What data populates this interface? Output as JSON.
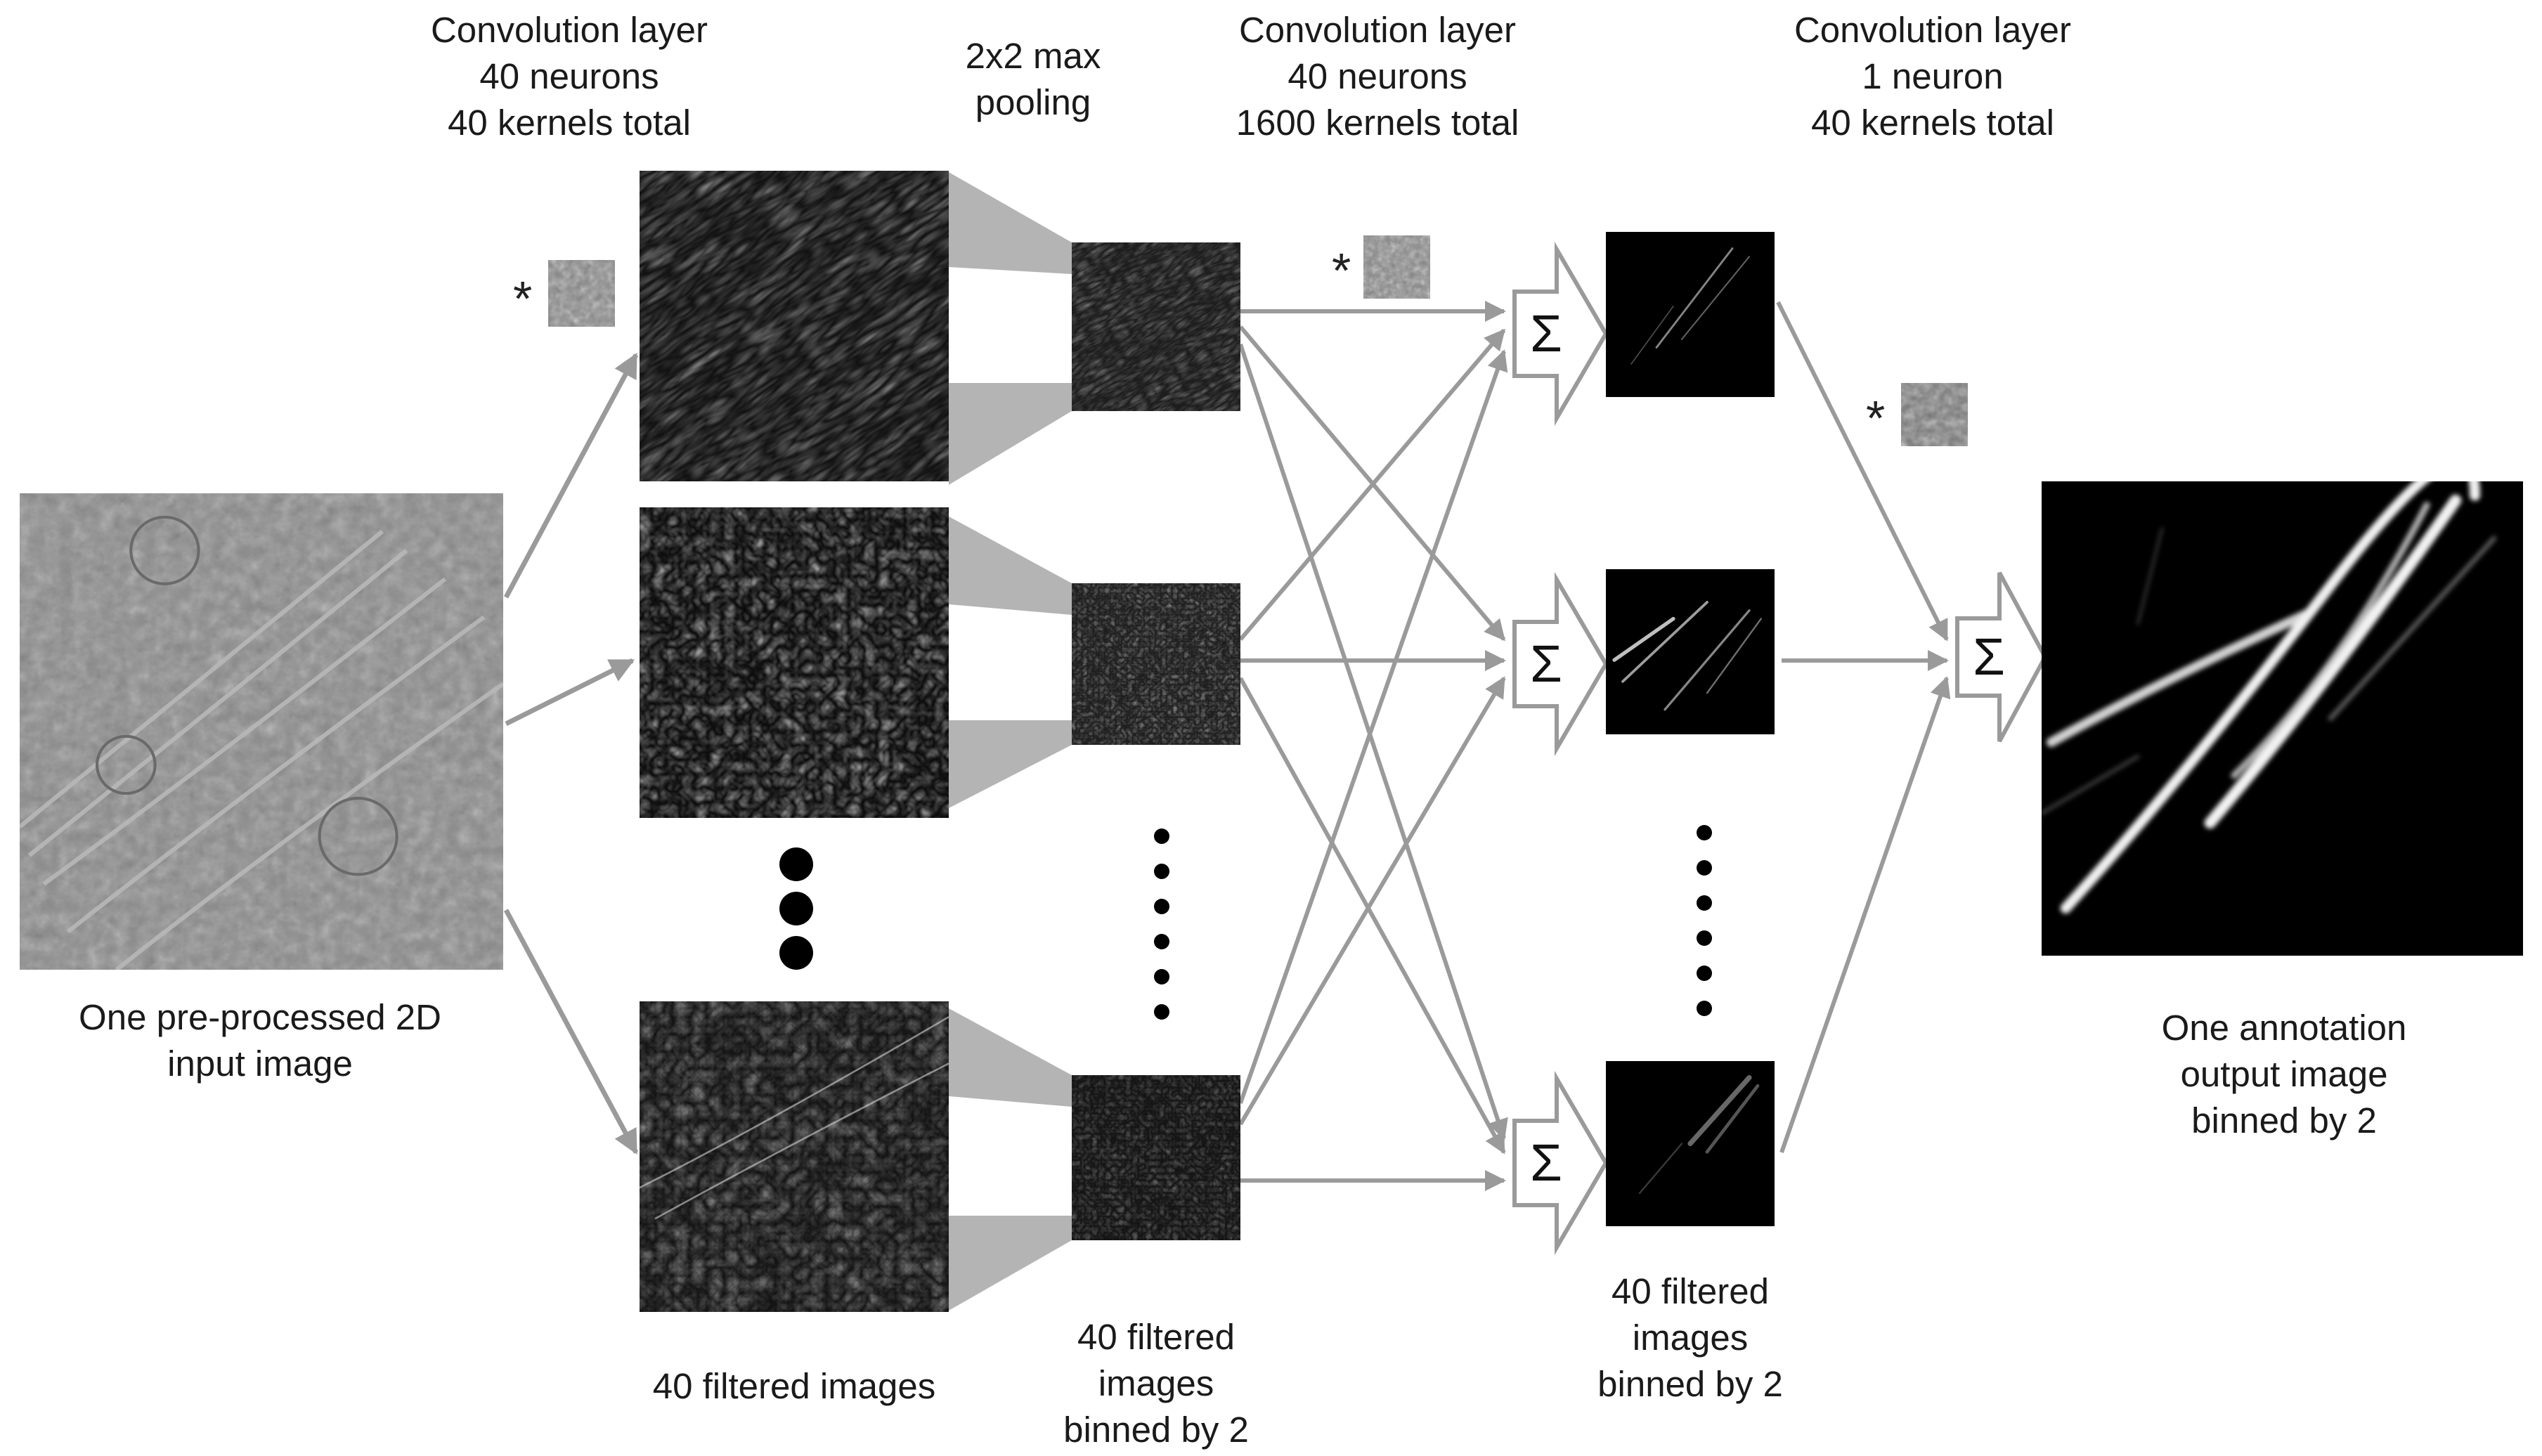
{
  "headers": {
    "conv1": [
      "Convolution layer",
      "40 neurons",
      "40 kernels total"
    ],
    "pool": [
      "2x2 max",
      "pooling"
    ],
    "conv2": [
      "Convolution layer",
      "40 neurons",
      "1600 kernels total"
    ],
    "conv3": [
      "Convolution layer",
      "1 neuron",
      "40 kernels total"
    ]
  },
  "captions": {
    "input": [
      "One pre-processed 2D",
      "input image"
    ],
    "filtered": [
      "40 filtered images"
    ],
    "pooled": [
      "40 filtered",
      "images",
      "binned by 2"
    ],
    "filtered2": [
      "40 filtered",
      "images",
      "binned by 2"
    ],
    "output": [
      "One annotation",
      "output image",
      "binned by 2"
    ]
  },
  "symbols": {
    "sum": "Σ",
    "convolve": "*"
  },
  "icons": [
    "sum-arrow-icon",
    "kernel-thumbnail-icon",
    "ellipsis-dots-icon"
  ],
  "colors": {
    "arrow": "#9a9a9a",
    "funnel": "#b4b4b4",
    "text": "#1a1a1a",
    "sum_outline": "#9a9a9a"
  }
}
